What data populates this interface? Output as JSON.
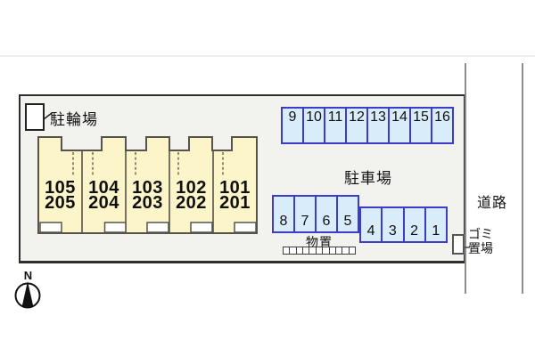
{
  "site": {
    "bicycle_area_label": "駐輪場",
    "parking_area_label": "駐車場",
    "storage_label": "物置",
    "road_label": "道路",
    "garbage_label_line1": "ゴミ",
    "garbage_label_line2": "置場",
    "compass_label": "N"
  },
  "building": {
    "units": [
      {
        "line1": "105",
        "line2": "205"
      },
      {
        "line1": "104",
        "line2": "204"
      },
      {
        "line1": "103",
        "line2": "203"
      },
      {
        "line1": "102",
        "line2": "202"
      },
      {
        "line1": "101",
        "line2": "201"
      }
    ]
  },
  "parking": {
    "top_row": [
      "9",
      "10",
      "11",
      "12",
      "13",
      "14",
      "15",
      "16"
    ],
    "middle_row": [
      "8",
      "7",
      "6",
      "5"
    ],
    "lower_row": [
      "4",
      "3",
      "2",
      "1"
    ]
  },
  "storage": {
    "cell_count": 11
  },
  "colors": {
    "site-fill": "#f2f2ef",
    "site-border": "#2e2e2e",
    "building-fill": "#fbf5c9",
    "building-border": "#55534a",
    "parking-fill": "#d9ecfa",
    "parking-border": "#3c3cc8",
    "road-line": "#8c8c8c",
    "text": "#111111"
  }
}
